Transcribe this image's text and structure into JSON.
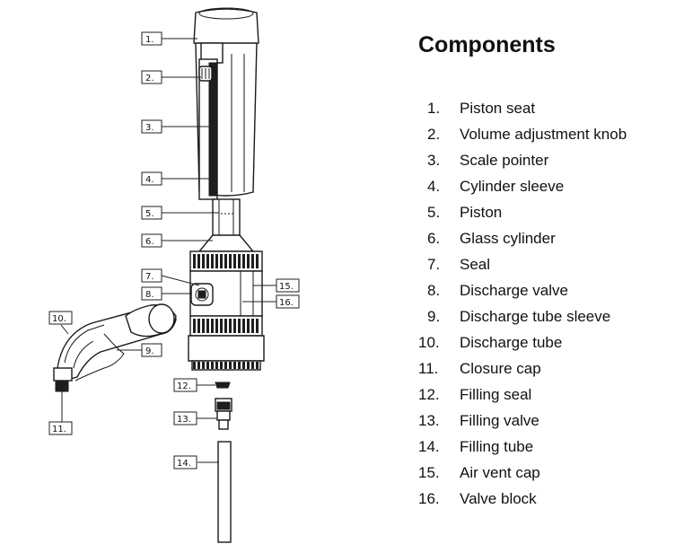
{
  "title": "Components",
  "components": [
    {
      "number": "1.",
      "name": "Piston seat"
    },
    {
      "number": "2.",
      "name": "Volume adjustment knob"
    },
    {
      "number": "3.",
      "name": "Scale pointer"
    },
    {
      "number": "4.",
      "name": "Cylinder sleeve"
    },
    {
      "number": "5.",
      "name": "Piston"
    },
    {
      "number": "6.",
      "name": "Glass cylinder"
    },
    {
      "number": "7.",
      "name": "Seal"
    },
    {
      "number": "8.",
      "name": "Discharge valve"
    },
    {
      "number": "9.",
      "name": "Discharge tube sleeve"
    },
    {
      "number": "10.",
      "name": "Discharge tube"
    },
    {
      "number": "11.",
      "name": "Closure cap"
    },
    {
      "number": "12.",
      "name": "Filling seal"
    },
    {
      "number": "13.",
      "name": "Filling valve"
    },
    {
      "number": "14.",
      "name": "Filling tube"
    },
    {
      "number": "15.",
      "name": "Air vent cap"
    },
    {
      "number": "16.",
      "name": "Valve block"
    }
  ],
  "callouts": [
    "1.",
    "2.",
    "3.",
    "4.",
    "5.",
    "6.",
    "7.",
    "8.",
    "9.",
    "10.",
    "11.",
    "12.",
    "13.",
    "14.",
    "15.",
    "16."
  ]
}
